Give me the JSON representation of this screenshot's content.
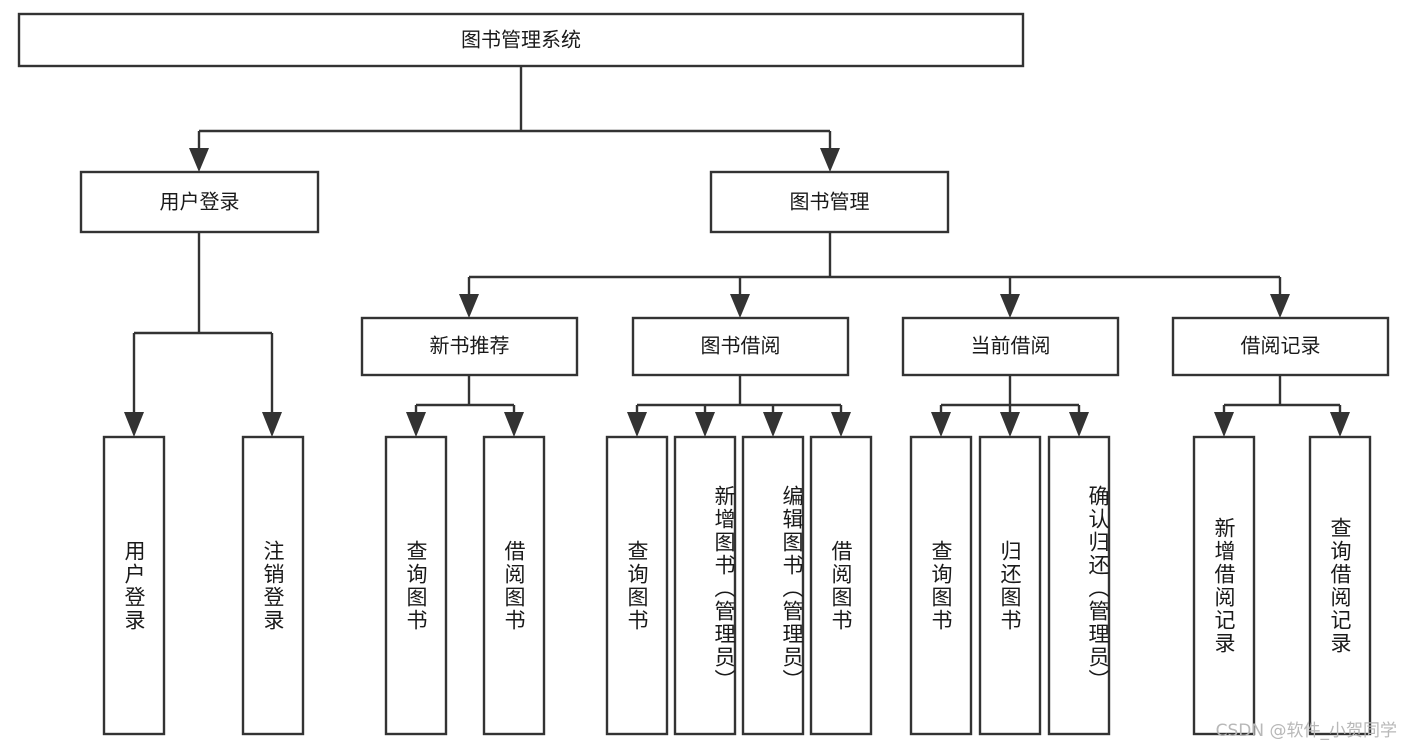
{
  "diagram": {
    "type": "tree-hierarchy",
    "title": "图书管理系统",
    "orientation": "top-down",
    "colors": {
      "box_fill": "#ffffff",
      "box_stroke": "#333333",
      "text": "#1a1a1a",
      "watermark": "#b8b8b8",
      "background": "#ffffff"
    },
    "root": {
      "label": "图书管理系统",
      "level": 1
    },
    "level2": [
      {
        "label": "用户登录"
      },
      {
        "label": "图书管理"
      }
    ],
    "level3": [
      {
        "label": "新书推荐"
      },
      {
        "label": "图书借阅"
      },
      {
        "label": "当前借阅"
      },
      {
        "label": "借阅记录"
      }
    ],
    "leaves": [
      {
        "label": "用户登录",
        "parent": "用户登录"
      },
      {
        "label": "注销登录",
        "parent": "用户登录"
      },
      {
        "label": "查询图书",
        "parent": "新书推荐"
      },
      {
        "label": "借阅图书",
        "parent": "新书推荐"
      },
      {
        "label": "查询图书",
        "parent": "图书借阅"
      },
      {
        "label": "新增图书（管理员）",
        "parent": "图书借阅"
      },
      {
        "label": "编辑图书（管理员）",
        "parent": "图书借阅"
      },
      {
        "label": "借阅图书",
        "parent": "图书借阅"
      },
      {
        "label": "查询图书",
        "parent": "当前借阅"
      },
      {
        "label": "归还图书",
        "parent": "当前借阅"
      },
      {
        "label": "确认归还（管理员）",
        "parent": "当前借阅"
      },
      {
        "label": "新增借阅记录",
        "parent": "借阅记录"
      },
      {
        "label": "查询借阅记录",
        "parent": "借阅记录"
      }
    ],
    "watermark": "CSDN @软件_小贺同学"
  }
}
